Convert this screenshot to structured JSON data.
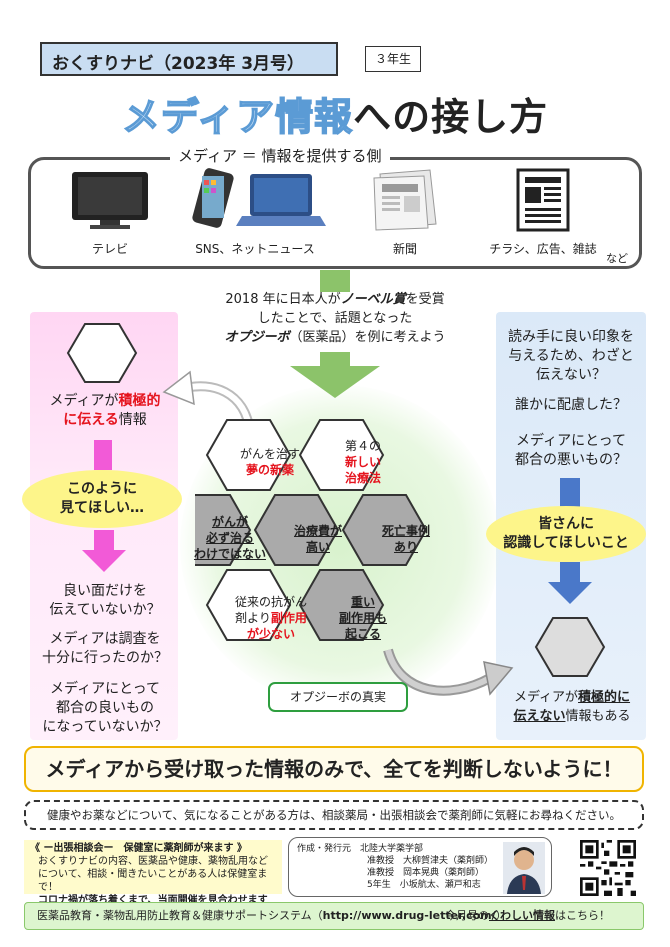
{
  "header": {
    "newsletter_title": "おくすりナビ（2023年 3月号）",
    "grade": "３年生",
    "title_highlight": "メディア情報",
    "title_rest": "への接し方"
  },
  "media": {
    "label": "メディア ＝ 情報を提供する側",
    "items": [
      {
        "label": "テレビ",
        "icon": "tv-icon"
      },
      {
        "label": "SNS、ネットニュース",
        "icon": "smartphone-laptop-icon"
      },
      {
        "label": "新聞",
        "icon": "newspaper-icon"
      },
      {
        "label": "チラシ、広告、雑誌",
        "icon": "flyer-icon"
      }
    ],
    "etc": "など"
  },
  "intro": {
    "line1_prefix": "2018 年に日本人が",
    "line1_bold": "ノーベル賞",
    "line1_suffix": "を受賞",
    "line2": "したことで、話題となった",
    "line3_bold": "オプジーボ",
    "line3_suffix": "（医薬品）を例に考えよう"
  },
  "left": {
    "caption_prefix": "メディアが",
    "caption_red1": "積極的",
    "caption_red2": "に伝える",
    "caption_suffix": "情報",
    "oval_line1": "このように",
    "oval_line2": "見てほしい…",
    "q1_line1": "良い面だけを",
    "q1_line2": "伝えていないか？",
    "q2_line1": "メディアは調査を",
    "q2_line2": "十分に行ったのか？",
    "q3_line1": "メディアにとって",
    "q3_line2": "都合の良いもの",
    "q3_line3": "になっていないか？"
  },
  "right": {
    "q1_line1": "読み手に良い印象を",
    "q1_line2": "与えるため、わざと",
    "q1_line3": "伝えない？",
    "q2": "誰かに配慮した？",
    "q3_line1": "メディアにとって",
    "q3_line2": "都合の悪いもの？",
    "oval_line1": "皆さんに",
    "oval_line2": "認識してほしいこと",
    "caption_prefix": "メディアが",
    "caption_bold1": "積極的に",
    "caption_bold2": "伝えない",
    "caption_suffix": "情報もある"
  },
  "hexes": {
    "h1_line1": "がんを治す",
    "h1_line2": "夢の新薬",
    "h2_line1": "第４の",
    "h2_line2": "新しい",
    "h2_line3": "治療法",
    "h3_line1": "がんが",
    "h3_line2": "必ず治る",
    "h3_line3": "わけではない",
    "h4_line1": "治療費が",
    "h4_line2": "高い",
    "h5_line1": "死亡事例",
    "h5_line2": "あり",
    "h6_line1": "従来の抗がん",
    "h6_line2": "剤より",
    "h6_red1": "副作用",
    "h6_red2": "が少ない",
    "h7_line1": "重い",
    "h7_line2": "副作用も",
    "h7_line3": "起こる"
  },
  "truth_label": "オプジーボの真実",
  "banner": "メディアから受け取った情報のみで、全てを判断しないように！",
  "consult": "健康やお薬などについて、気になることがある方は、相談薬局・出張相談会で薬剤師に気軽にお尋ねください。",
  "event": {
    "title": "《 ー出張相談会ー　保健室に薬剤師が来ます 》",
    "line1": "おくすりナビの内容、医薬品や健康、薬物乱用など",
    "line2": "について、相談・聞きたいことがある人は保健室まで！",
    "line3": "コロナ禍が落ち着くまで、当面開催を見合わせます"
  },
  "credits": {
    "label": "作成・発行元",
    "org": "北陸大学薬学部",
    "l1": "准教授　大柳賀津夫（薬剤師）",
    "l2": "准教授　岡本晃典（薬剤師）",
    "l3": "5年生　小坂航太、瀬戸和志"
  },
  "footer": {
    "system": "医薬品教育・薬物乱用防止教育＆健康サポートシステム（",
    "url": "http://www.drug-letter.com/",
    "system_end": "）",
    "more_prefix": "今月号の",
    "more_link": "くわしい情報",
    "more_suffix": "はこちら！"
  },
  "colors": {
    "title_blue": "#5b9bd5",
    "accent_red": "#e5141e",
    "pink_arrow": "#f25ad7",
    "blue_arrow": "#4a78c9",
    "green_arrow": "#8cc36a"
  }
}
